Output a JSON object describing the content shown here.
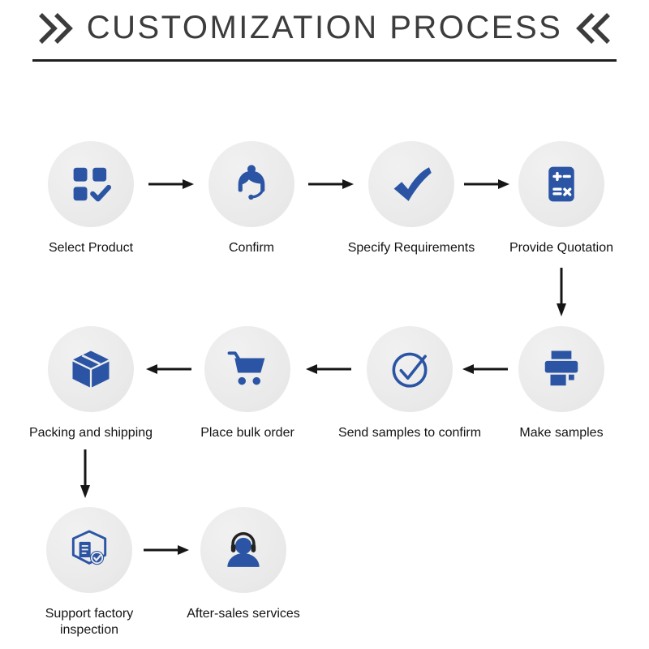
{
  "title": "CUSTOMIZATION PROCESS",
  "steps": [
    {
      "id": "select-product",
      "label": "Select Product",
      "icon": "product-grid-icon"
    },
    {
      "id": "confirm",
      "label": "Confirm",
      "icon": "support-agent-icon"
    },
    {
      "id": "specify-requirements",
      "label": "Specify Requirements",
      "icon": "checkmark-icon"
    },
    {
      "id": "provide-quotation",
      "label": "Provide Quotation",
      "icon": "calculator-icon"
    },
    {
      "id": "make-samples",
      "label": "Make samples",
      "icon": "printer-icon"
    },
    {
      "id": "send-samples",
      "label": "Send samples to confirm",
      "icon": "circle-check-icon"
    },
    {
      "id": "place-bulk-order",
      "label": "Place bulk order",
      "icon": "shopping-cart-icon"
    },
    {
      "id": "packing-shipping",
      "label": "Packing and shipping",
      "icon": "package-box-icon"
    },
    {
      "id": "factory-inspection",
      "label": "Support factory inspection",
      "icon": "factory-inspection-icon"
    },
    {
      "id": "after-sales",
      "label": "After-sales services",
      "icon": "headset-person-icon"
    }
  ],
  "colors": {
    "icon_blue": "#2b55a4",
    "circle_bg": "#e9e9e9",
    "arrow": "#161616",
    "title": "#3c3c3c",
    "label": "#141414",
    "headset_dark": "#232323",
    "symbol_white": "#ffffff"
  }
}
